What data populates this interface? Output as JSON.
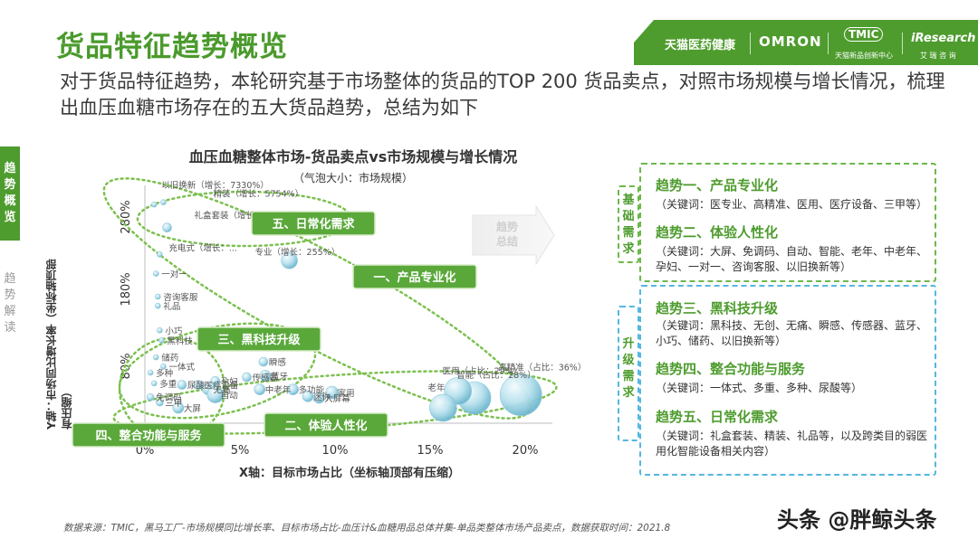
{
  "header": {
    "title": "货品特征趋势概览",
    "subtitle": "对于货品特征趋势，本轮研究基于市场整体的货品的TOP 200 货品卖点，对照市场规模与增长情况，梳理出血压血糖市场存在的五大货品趋势，总结为如下"
  },
  "brands": {
    "tmall": "天猫医药健康",
    "omron": "OMRON",
    "tmic": "TMIC",
    "tmic_sub": "天猫新品创新中心",
    "iresearch": "iResearch",
    "iresearch_sub": "艾 瑞 咨 询"
  },
  "sidebar": {
    "active": [
      "趋",
      "势",
      "概",
      "览"
    ],
    "inactive": [
      "趋",
      "势",
      "解",
      "读"
    ]
  },
  "colors": {
    "brand_green": "#4e9c2e",
    "title_green": "#4a9a2c",
    "bubble_blue": "#9fd4e6",
    "dashed_green": "#6cb84a",
    "dashed_blue": "#55b7e0"
  },
  "chart_data": {
    "type": "scatter",
    "title": "血压血糖整体市场-货品卖点vs市场规模与增长情况",
    "subtitle": "（气泡大小：市场规模）",
    "xlabel": "X轴：目标市场占比（坐标轴顶部有压缩）",
    "ylabel": "Y轴：市场同比增长率（坐标轴顶部有压缩）",
    "x_ticks": [
      "0%",
      "5%",
      "10%",
      "15%",
      "20%"
    ],
    "y_ticks": [
      "80%",
      "180%",
      "280%"
    ],
    "xlim": [
      0,
      0.22
    ],
    "ylim": [
      0,
      3.1
    ],
    "points": [
      {
        "label": "以旧换新（增长：7330%）",
        "x": 0.005,
        "y": 2.85,
        "r": 3
      },
      {
        "label": "精装（增长：5754%）",
        "x": 0.01,
        "y": 2.88,
        "r": 3
      },
      {
        "label": "礼盒套装（增长：5334%）",
        "x": 0.012,
        "y": 2.55,
        "r": 5
      },
      {
        "label": "充电式（增长：...",
        "x": 0.008,
        "y": 2.2,
        "r": 3
      },
      {
        "label": "专业（增长：255%）",
        "x": 0.078,
        "y": 2.12,
        "r": 9
      },
      {
        "label": "一对一",
        "x": 0.006,
        "y": 1.95,
        "r": 3
      },
      {
        "label": "咨询客服",
        "x": 0.007,
        "y": 1.65,
        "r": 3
      },
      {
        "label": "礼品",
        "x": 0.007,
        "y": 1.53,
        "r": 3
      },
      {
        "label": "小巧",
        "x": 0.008,
        "y": 1.21,
        "r": 3
      },
      {
        "label": "黑科技",
        "x": 0.009,
        "y": 1.08,
        "r": 3
      },
      {
        "label": "储药",
        "x": 0.006,
        "y": 0.86,
        "r": 3
      },
      {
        "label": "一体式",
        "x": 0.01,
        "y": 0.74,
        "r": 3
      },
      {
        "label": "多种",
        "x": 0.003,
        "y": 0.66,
        "r": 3
      },
      {
        "label": "多重",
        "x": 0.005,
        "y": 0.52,
        "r": 3
      },
      {
        "label": "免调码",
        "x": 0.003,
        "y": 0.34,
        "r": 4
      },
      {
        "label": "三甲",
        "x": 0.008,
        "y": 0.27,
        "r": 4
      },
      {
        "label": "尿酸",
        "x": 0.02,
        "y": 0.5,
        "r": 5
      },
      {
        "label": "医疗设备",
        "x": 0.029,
        "y": 0.5,
        "r": 5
      },
      {
        "label": "无痛",
        "x": 0.034,
        "y": 0.44,
        "r": 6
      },
      {
        "label": "孕妇",
        "x": 0.038,
        "y": 0.55,
        "r": 5
      },
      {
        "label": "大屏",
        "x": 0.018,
        "y": 0.2,
        "r": 6
      },
      {
        "label": "自动",
        "x": 0.038,
        "y": 0.37,
        "r": 9
      },
      {
        "label": "传感器",
        "x": 0.055,
        "y": 0.6,
        "r": 5
      },
      {
        "label": "瞬感",
        "x": 0.064,
        "y": 0.8,
        "r": 5
      },
      {
        "label": "蓝牙",
        "x": 0.065,
        "y": 0.62,
        "r": 6
      },
      {
        "label": "中老年",
        "x": 0.062,
        "y": 0.44,
        "r": 6
      },
      {
        "label": "多功能",
        "x": 0.08,
        "y": 0.44,
        "r": 6
      },
      {
        "label": "迷你",
        "x": 0.088,
        "y": 0.35,
        "r": 6
      },
      {
        "label": "大屏幕",
        "x": 0.094,
        "y": 0.33,
        "r": 6
      },
      {
        "label": "家用",
        "x": 0.101,
        "y": 0.4,
        "r": 7
      },
      {
        "label": "智能（占比：28%）",
        "x": 0.178,
        "y": 0.33,
        "r": 18
      },
      {
        "label": "医用（占比：29%）",
        "x": 0.169,
        "y": 0.42,
        "r": 15
      },
      {
        "label": "老年",
        "x": 0.161,
        "y": 0.2,
        "r": 15
      },
      {
        "label": "高精准（占比：36%）",
        "x": 0.203,
        "y": 0.37,
        "r": 23
      }
    ],
    "groups": [
      {
        "name": "五、日常化需求"
      },
      {
        "name": "一、产品专业化"
      },
      {
        "name": "三、黑科技升级"
      },
      {
        "name": "二、体验人性化"
      },
      {
        "name": "四、整合功能与服务"
      }
    ],
    "arrow_label": "趋势总结"
  },
  "panel": {
    "basic_label": "基础需求",
    "upgrade_label": "升级需求",
    "trends": [
      {
        "title": "趋势一、产品专业化",
        "keywords": "（关键词：医专业、高精准、医用、医疗设备、三甲等）"
      },
      {
        "title": "趋势二、体验人性化",
        "keywords": "（关键词：大屏、免调码、自动、智能、老年、中老年、孕妇、一对一、咨询客服、以旧换新等）"
      },
      {
        "title": "趋势三、黑科技升级",
        "keywords": "（关键词：黑科技、无创、无痛、瞬感、传感器、蓝牙、小巧、储药、以旧换新等）"
      },
      {
        "title": "趋势四、整合功能与服务",
        "keywords": "（关键词：一体式、多重、多种、尿酸等）"
      },
      {
        "title": "趋势五、日常化需求",
        "keywords": "（关键词：礼盒套装、精装、礼品等，以及跨类目的弱医用化智能设备相关内容）"
      }
    ]
  },
  "footer": {
    "source": "数据来源：TMIC，黑马工厂-市场规模同比增长率、目标市场占比-血压计&血糖用品总体并集-单品类整体市场产品卖点，数据获取时间：2021.8",
    "watermark": "头条 @胖鲸头条"
  }
}
